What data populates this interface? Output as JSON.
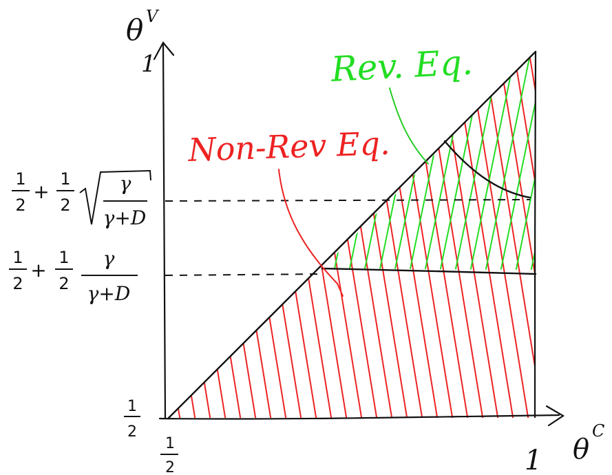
{
  "axes": {
    "y_label": "θ",
    "y_label_sup": "V",
    "x_label": "θ",
    "x_label_sup": "C",
    "y_top_tick": "1",
    "x_right_tick": "1",
    "origin_x_num": "1",
    "origin_x_den": "2",
    "origin_y_num": "1",
    "origin_y_den": "2"
  },
  "levels": {
    "upper": {
      "half_num": "1",
      "half_den": "2",
      "plus": "+",
      "coef_num": "1",
      "coef_den": "2",
      "frac_num": "γ",
      "frac_den": "γ+D",
      "has_sqrt": true
    },
    "lower": {
      "half_num": "1",
      "half_den": "2",
      "plus": "+",
      "coef_num": "1",
      "coef_den": "2",
      "frac_num": "γ",
      "frac_den": "γ+D",
      "has_sqrt": false
    }
  },
  "regions": {
    "rev": {
      "label": "Rev. Eq.",
      "color": "#22dd22"
    },
    "nonrev": {
      "label": "Non-Rev Eq.",
      "color": "#ee2222"
    }
  },
  "ink_color": "#111111"
}
